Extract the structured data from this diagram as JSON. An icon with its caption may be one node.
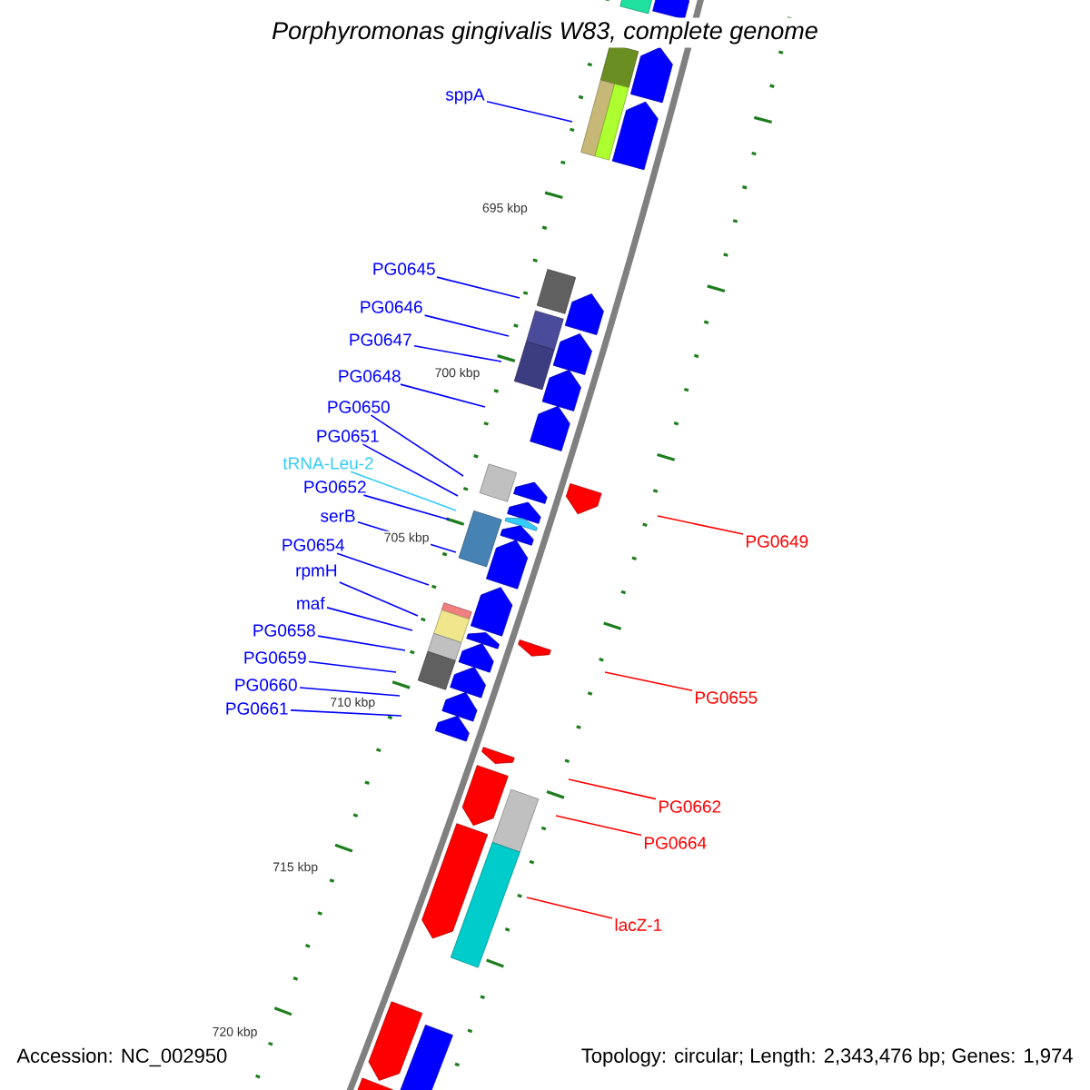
{
  "diagram": {
    "title": "Porphyromonas gingivalis W83, complete genome",
    "nodes": [
      {
        "text": [
          "sppA"
        ]
      },
      {
        "text": [
          "PG0645"
        ]
      },
      {
        "text": [
          "PG0646"
        ]
      },
      {
        "text": [
          "PG0647"
        ]
      },
      {
        "text": [
          "PG0648"
        ]
      },
      {
        "text": [
          "PG0650"
        ]
      },
      {
        "text": [
          "PG0651"
        ]
      },
      {
        "text": [
          "tRNA-Leu-2"
        ]
      },
      {
        "text": [
          "PG0652"
        ]
      },
      {
        "text": [
          "serB"
        ]
      },
      {
        "text": [
          "PG0654"
        ]
      },
      {
        "text": [
          "rpmH"
        ]
      },
      {
        "text": [
          "maf"
        ]
      },
      {
        "text": [
          "PG0658"
        ]
      },
      {
        "text": [
          "PG0659"
        ]
      },
      {
        "text": [
          "PG0660"
        ]
      },
      {
        "text": [
          "PG0661"
        ]
      },
      {
        "text": [
          "PG0649"
        ]
      },
      {
        "text": [
          "PG0655"
        ]
      },
      {
        "text": [
          "PG0662"
        ]
      },
      {
        "text": [
          "PG0664"
        ]
      },
      {
        "text": [
          "lacZ-1"
        ]
      }
    ],
    "edges": [
      {
        "from": 0,
        "to": null,
        "arrow": "none"
      },
      {
        "from": 1,
        "to": null,
        "arrow": "none"
      },
      {
        "from": 2,
        "to": null,
        "arrow": "none"
      },
      {
        "from": 3,
        "to": null,
        "arrow": "none"
      },
      {
        "from": 4,
        "to": null,
        "arrow": "none"
      },
      {
        "from": 5,
        "to": null,
        "arrow": "none"
      },
      {
        "from": 6,
        "to": null,
        "arrow": "none"
      },
      {
        "from": 7,
        "to": null,
        "arrow": "none",
        "color": "#33ccff"
      },
      {
        "from": 8,
        "to": null,
        "arrow": "none"
      },
      {
        "from": 9,
        "to": null,
        "arrow": "none"
      },
      {
        "from": 10,
        "to": null,
        "arrow": "none"
      },
      {
        "from": 11,
        "to": null,
        "arrow": "none"
      },
      {
        "from": 12,
        "to": null,
        "arrow": "none"
      },
      {
        "from": 13,
        "to": null,
        "arrow": "none"
      },
      {
        "from": 14,
        "to": null,
        "arrow": "none"
      },
      {
        "from": 15,
        "to": null,
        "arrow": "none"
      },
      {
        "from": 16,
        "to": null,
        "arrow": "none"
      },
      {
        "from": 17,
        "to": null,
        "arrow": "none",
        "color": "#ff0000"
      },
      {
        "from": 18,
        "to": null,
        "arrow": "none",
        "color": "#ff0000"
      },
      {
        "from": 19,
        "to": null,
        "arrow": "none",
        "color": "#ff0000"
      },
      {
        "from": 20,
        "to": null,
        "arrow": "none",
        "color": "#ff0000"
      },
      {
        "from": 21,
        "to": null,
        "arrow": "none",
        "color": "#ff0000"
      }
    ],
    "labels": [
      "695 kbp",
      "700 kbp",
      "705 kbp",
      "710 kbp",
      "715 kbp",
      "720 kbp",
      "Accession: NC_002950",
      "Topology: circular; Length: 2,343,476 bp; Genes: 1,974"
    ]
  }
}
